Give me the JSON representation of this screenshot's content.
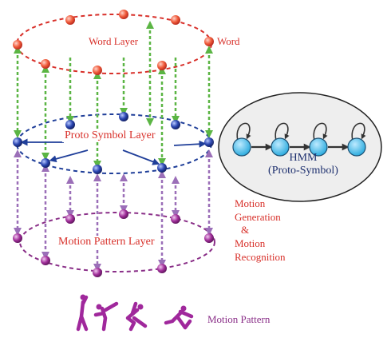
{
  "labels": {
    "word_layer": "Word Layer",
    "word": "Word",
    "proto_symbol_layer": "Proto Symbol Layer",
    "motion_pattern_layer": "Motion Pattern Layer",
    "motion_generation": [
      "Motion",
      "Generation",
      "&",
      "Motion",
      "Recognition"
    ],
    "motion_pattern": "Motion Pattern",
    "hmm_title": "HMM",
    "hmm_subtitle": "(Proto-Symbol)"
  },
  "colors": {
    "word_layer": "#d8302a",
    "proto_layer": "#1f3e99",
    "motion_layer": "#8a2f88",
    "green_arrow": "#5bb544",
    "purple_arrow": "#9b6fb8",
    "hmm_state": "#3fb9e6",
    "hmm_ellipse_fill": "#eeeeee"
  },
  "icons": [
    "red-sphere-node-icon",
    "blue-sphere-node-icon",
    "purple-sphere-node-icon",
    "hmm-state-icon",
    "dancer-figure-icon"
  ]
}
